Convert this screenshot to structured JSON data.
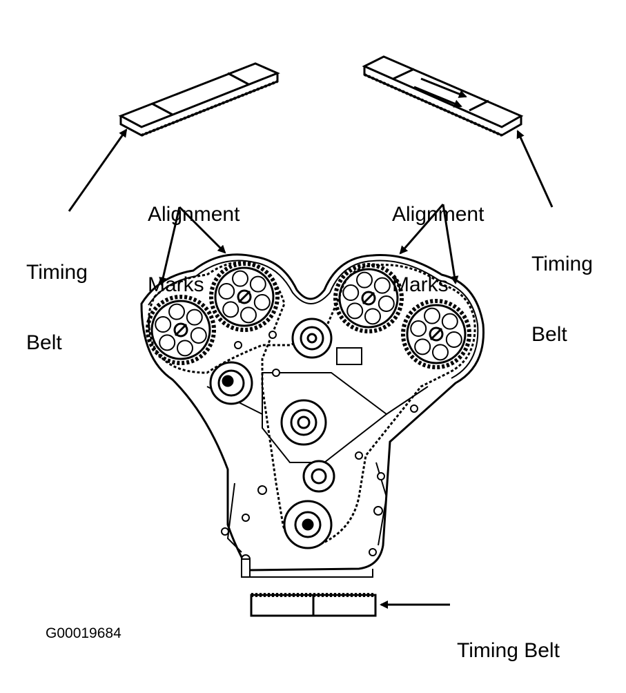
{
  "labels": {
    "timing_belt_left_1": "Timing",
    "timing_belt_left_2": "Belt",
    "alignment_left_1": "Alignment",
    "alignment_left_2": "Marks",
    "alignment_right_1": "Alignment",
    "alignment_right_2": "Marks",
    "timing_belt_right_1": "Timing",
    "timing_belt_right_2": "Belt",
    "timing_belt_bottom": "Timing Belt"
  },
  "figure_id": "G00019684",
  "colors": {
    "ink": "#000000",
    "paper": "#ffffff"
  }
}
